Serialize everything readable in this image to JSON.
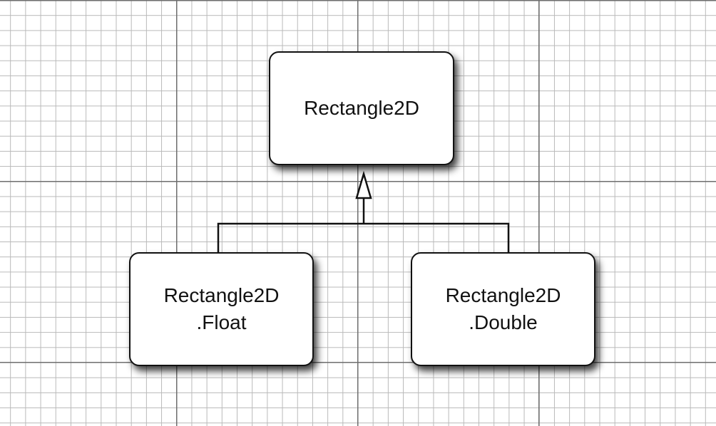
{
  "diagram": {
    "nodes": [
      {
        "id": "parent",
        "label": "Rectangle2D"
      },
      {
        "id": "float",
        "label": "Rectangle2D\n.Float"
      },
      {
        "id": "double",
        "label": "Rectangle2D\n.Double"
      }
    ],
    "relations": [
      {
        "from": "float",
        "to": "parent",
        "type": "inheritance"
      },
      {
        "from": "double",
        "to": "parent",
        "type": "inheritance"
      }
    ]
  }
}
